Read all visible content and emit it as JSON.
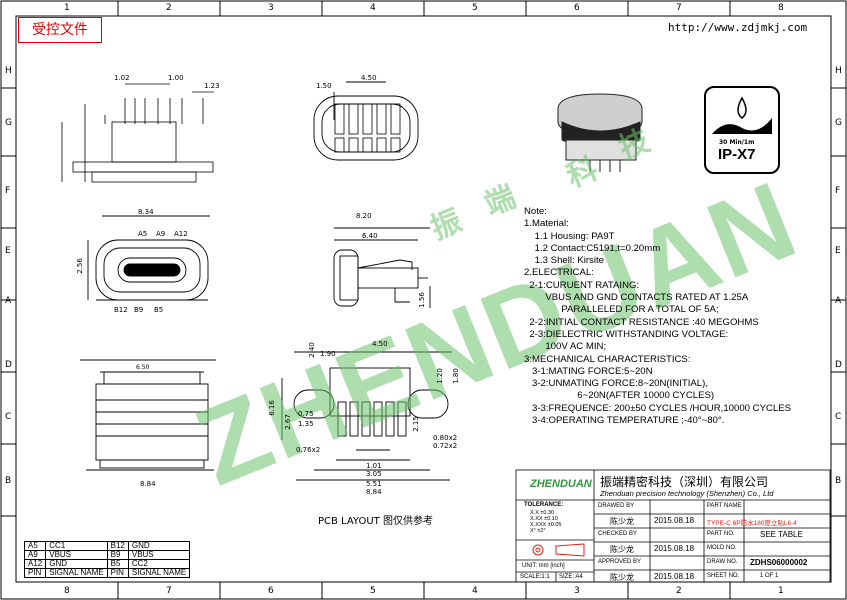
{
  "stamp": "受控文件",
  "url": "http://www.zdjmkj.com",
  "border": {
    "top_numbers": [
      "1",
      "2",
      "3",
      "4",
      "5",
      "6",
      "7",
      "8"
    ],
    "bottom_numbers": [
      "8",
      "7",
      "6",
      "5",
      "4",
      "3",
      "2",
      "1"
    ],
    "left_letters": [
      "H",
      "G",
      "F",
      "E",
      "A",
      "D",
      "C",
      "B"
    ],
    "right_letters": [
      "H",
      "G",
      "F",
      "E",
      "A",
      "D",
      "C",
      "B"
    ]
  },
  "watermark": {
    "text": "ZHENDUAN",
    "chars": [
      "振",
      "端",
      "科",
      "技"
    ]
  },
  "ip_badge": {
    "sub": "30 Min/1m",
    "rating": "IP-X7"
  },
  "dims": {
    "d102": "1.02",
    "d100": "1.00",
    "d123": "1.23",
    "d450a": "4.50",
    "d150": "1.50",
    "d834": "8.34",
    "d256": "2.56",
    "d820": "8.20",
    "d640": "6.40",
    "d156": "1.56",
    "d240": "2.40",
    "d190": "1.90",
    "d450b": "4.50",
    "d120": "1.20",
    "d180": "1.80",
    "d616": "6.16",
    "d267": "2.67",
    "d075": "0.75",
    "d135": "1.35",
    "d215": "2.15",
    "d080": "0.80x2",
    "d072": "0.72x2",
    "d076": "0.76x2",
    "d101": "1.01",
    "d305": "3.05",
    "d551": "5.51",
    "d884a": "8.84",
    "d884b": "8.84",
    "d650": "6.50"
  },
  "pin_labels": {
    "a5": "A5",
    "a9": "A9",
    "a12": "A12",
    "b12": "B12",
    "b9": "B9",
    "b5": "B5"
  },
  "notes": [
    "Note:",
    "1.Material:",
    "    1.1 Housing: PA9T",
    "    1.2 Contact:C5191,t=0.20mm",
    "    1.3 Shell: Kirsite",
    "2.ELECTRICAL:",
    "  2-1:CURUENT RATAING:",
    "        VBUS AND GND CONTACTS RATED AT 1.25A",
    "              PARALLELED FOR A TOTAL OF 5A;",
    "  2-2:INITIAL CONTACT RESISTANCE :40 MEGOHMS",
    "  2-3:DIELECTRIC WITHSTANDING VOLTAGE:",
    "        100V AC MIN;",
    "3:MECHANICAL CHARACTERISTICS:",
    "   3-1:MATING FORCE:5~20N",
    "   3-2:UNMATING FORCE:8~20N(INITIAL),",
    "                    6~20N(AFTER 10000 CYCLES)",
    "   3-3:FREQUENCE: 200±50 CYCLES /HOUR,10000 CYCLES",
    "   3-4:OPERATING TEMPERATURE ;-40°~80°."
  ],
  "pcb_caption": "PCB LAYOUT 图仅供参考",
  "pin_table": {
    "rows": [
      [
        "A5",
        "CC1",
        "B12",
        "GND"
      ],
      [
        "A9",
        "VBUS",
        "B9",
        "VBUS"
      ],
      [
        "A12",
        "GND",
        "B5",
        "CC2"
      ],
      [
        "PIN",
        "SIGNAL NAME",
        "PIN",
        "SIGNAL NAME"
      ]
    ]
  },
  "title_block": {
    "logo": "ZHENDUAN",
    "company_cn": "振端精密科技（深圳）有限公司",
    "company_en": "Zhenduan precision technology (Shenzhen) Co., Ltd",
    "tolerance_label": "TOLERANCE:",
    "tolerance_lines": [
      "X.X    ±0.30",
      "X.XX   ±0.10",
      "X.XXX  ±0.05",
      "X°     ±2°"
    ],
    "unit": "UNIT: mm [inch]",
    "scale": "SCALE:1:1",
    "size": "SIZE: A4",
    "drawn_by_label": "DRAWED BY",
    "drawn_by": "陈少龙",
    "checked_by_label": "CHECKED BY",
    "checked_by": "陈少龙",
    "approved_by_label": "APPROVED BY",
    "approved_by": "陈少龙",
    "date1": "2015.08.18",
    "date2": "2015.08.18",
    "date3": "2015.08.18",
    "part_name_label": "PART NAME",
    "part_name": "TYPE-C 6P防水180度立贴L6.4",
    "part_no_label": "PART NO.",
    "part_no": "SEE TABLE",
    "mold_no_label": "MOLD NO.",
    "mold_no": "",
    "draw_no_label": "DRAW NO.",
    "draw_no": "ZDHS06000002",
    "sheet_no_label": "SHEET NO.",
    "sheet_no": "1 OF 1"
  }
}
